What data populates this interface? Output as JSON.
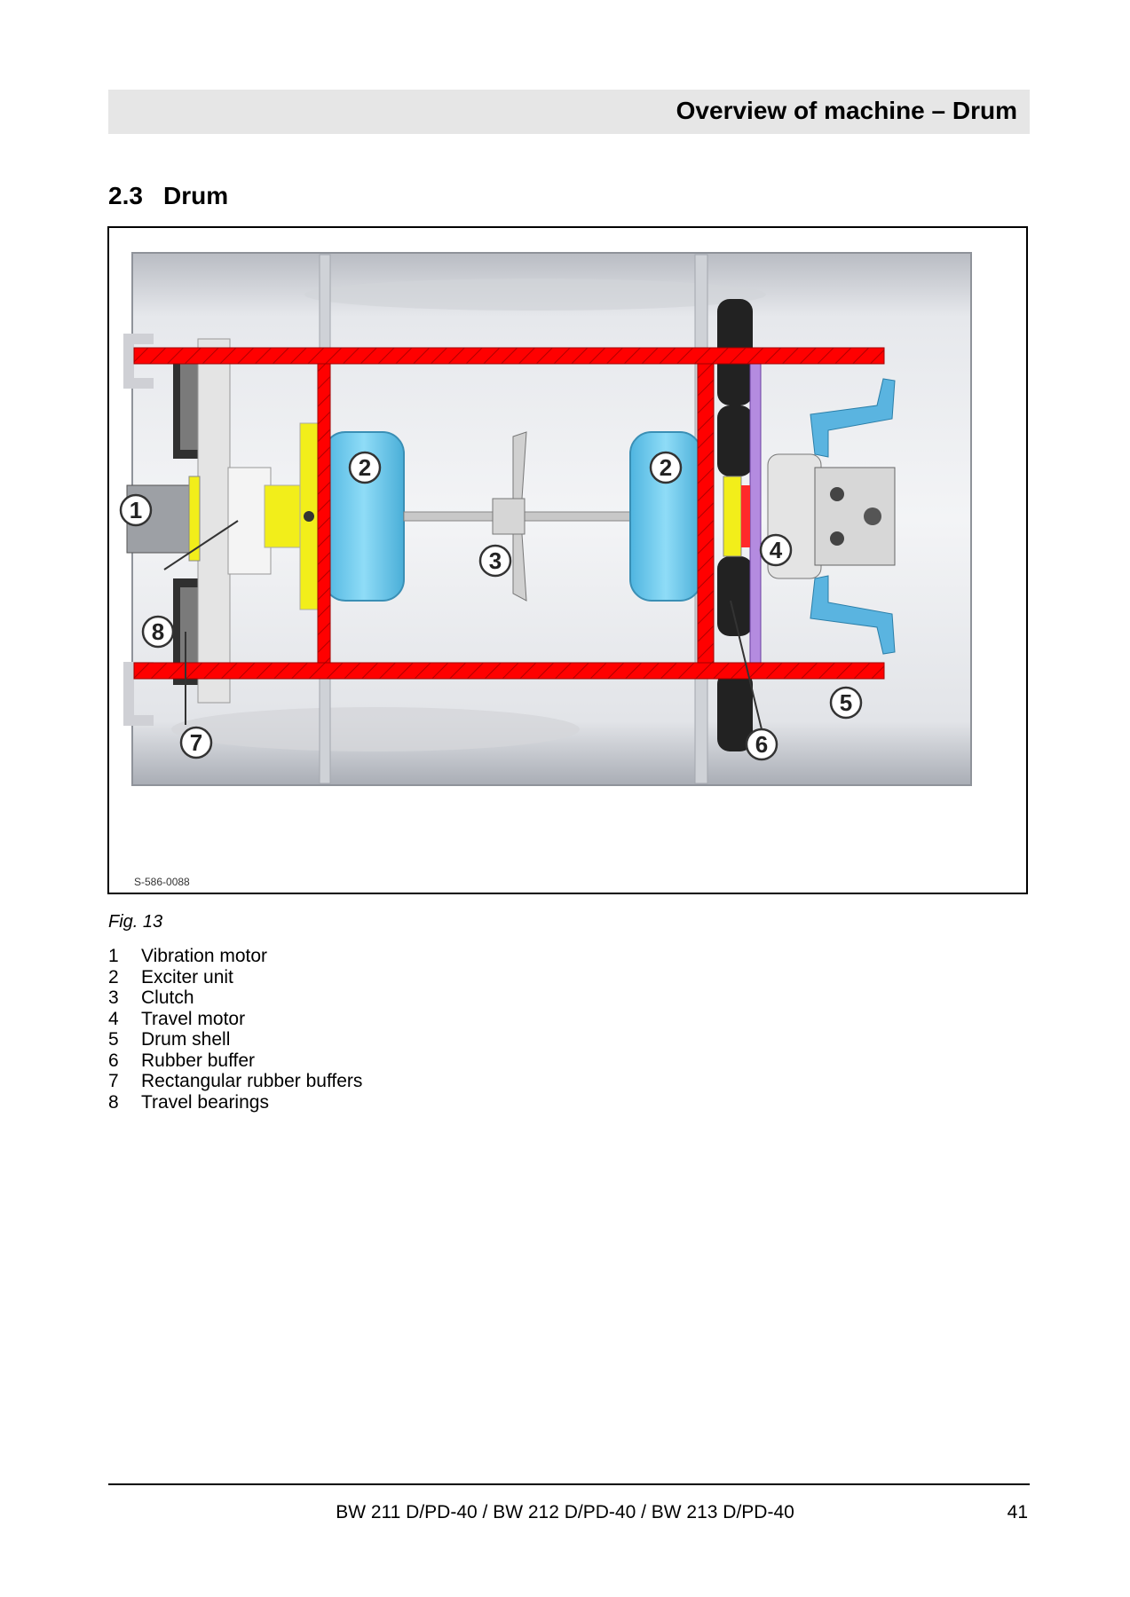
{
  "header": {
    "title": "Overview of machine – Drum"
  },
  "section": {
    "number": "2.3",
    "title": "Drum"
  },
  "figure": {
    "code": "S-586-0088",
    "caption": "Fig.  13",
    "callouts": [
      "1",
      "2",
      "2",
      "3",
      "4",
      "5",
      "6",
      "7",
      "8"
    ]
  },
  "legend": [
    {
      "num": "1",
      "label": "Vibration motor"
    },
    {
      "num": "2",
      "label": "Exciter unit"
    },
    {
      "num": "3",
      "label": "Clutch"
    },
    {
      "num": "4",
      "label": "Travel motor"
    },
    {
      "num": "5",
      "label": "Drum shell"
    },
    {
      "num": "6",
      "label": "Rubber buffer"
    },
    {
      "num": "7",
      "label": "Rectangular rubber buffers"
    },
    {
      "num": "8",
      "label": "Travel bearings"
    }
  ],
  "footer": {
    "models": "BW 211 D/PD-40 / BW 212 D/PD-40 / BW 213 D/PD-40",
    "page": "41"
  },
  "colors": {
    "frame_red": "#ff0000",
    "exciter_blue": "#6fd0f2",
    "flange_yellow": "#f2ee1a",
    "header_band": "#e6e6e6"
  }
}
